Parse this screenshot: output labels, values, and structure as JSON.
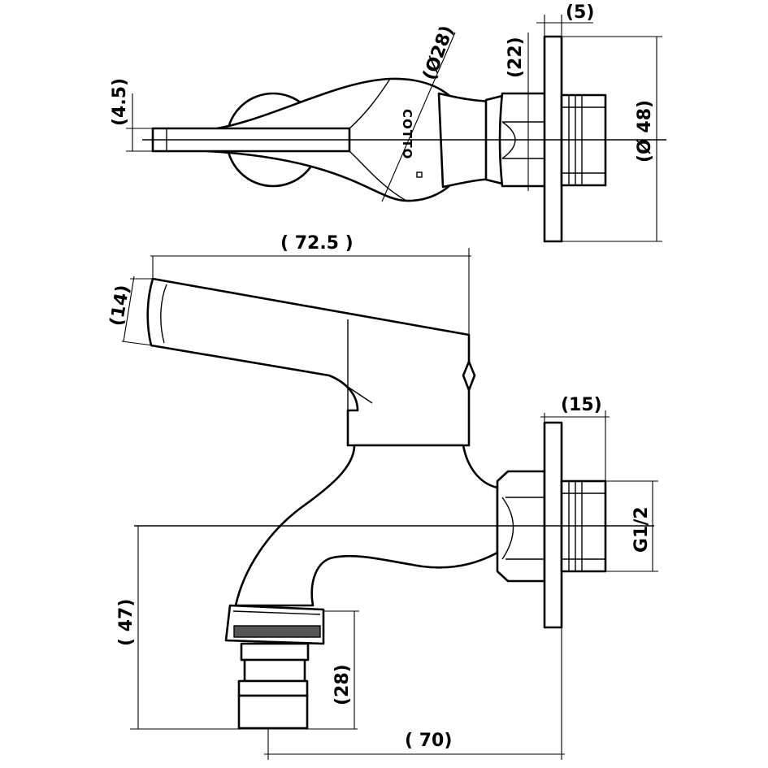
{
  "brand": "COTTO",
  "top_view": {
    "dim_flange_thickness": "(5)",
    "dim_nut_length": "(22)",
    "dim_lever_width": "(4.5)",
    "dim_handle_diameter": "(Ø28)",
    "dim_flange_diameter": "(Ø 48)"
  },
  "side_view": {
    "dim_lever_length": "( 72.5 )",
    "dim_lever_end": "(14)",
    "dim_thread_length": "(15)",
    "dim_thread_size": "G1/2",
    "dim_spout_height": "( 47)",
    "dim_outlet_length": "(28)",
    "dim_projection": "( 70)"
  }
}
